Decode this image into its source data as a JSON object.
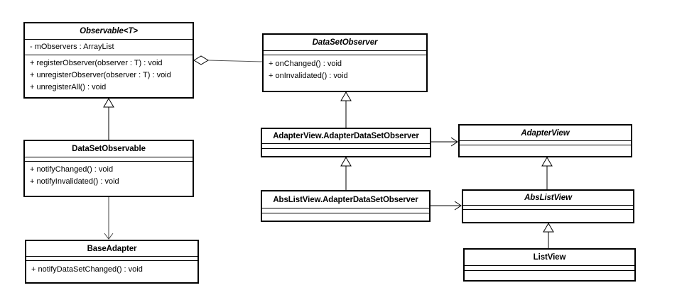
{
  "diagram": {
    "background_color": "#ffffff",
    "line_color": "#000000",
    "box_fill_color": "#ffffff"
  },
  "classes": {
    "observable": {
      "title": "Observable<T>",
      "abstract": true,
      "attributes": [
        "- mObservers : ArrayList"
      ],
      "methods": [
        "+ registerObserver(observer : T) : void",
        "+ unregisterObserver(observer : T) : void",
        "+ unregisterAll() : void"
      ]
    },
    "dataset_observer": {
      "title": "DataSetObserver",
      "abstract": true,
      "attributes": [],
      "methods": [
        "+ onChanged() : void",
        "+ onInvalidated() : void"
      ]
    },
    "dataset_observable": {
      "title": "DataSetObservable",
      "abstract": false,
      "attributes": [],
      "methods": [
        "+ notifyChanged() : void",
        "+ notifyInvalidated() : void"
      ]
    },
    "base_adapter": {
      "title": "BaseAdapter",
      "abstract": false,
      "attributes": [],
      "methods": [
        "+ notifyDataSetChanged() : void"
      ]
    },
    "adapterview_observer": {
      "title": "AdapterView.AdapterDataSetObserver",
      "abstract": false,
      "attributes": [],
      "methods": []
    },
    "abslistview_observer": {
      "title": "AbsListView.AdapterDataSetObserver",
      "abstract": false,
      "attributes": [],
      "methods": []
    },
    "adapter_view": {
      "title": "AdapterView",
      "abstract": true,
      "attributes": [],
      "methods": []
    },
    "abs_list_view": {
      "title": "AbsListView",
      "abstract": true,
      "attributes": [],
      "methods": []
    },
    "list_view": {
      "title": "ListView",
      "abstract": false,
      "attributes": [],
      "methods": []
    }
  },
  "relationships": [
    {
      "type": "generalization",
      "from": "DataSetObservable",
      "to": "Observable<T>"
    },
    {
      "type": "aggregation",
      "from": "Observable<T>",
      "to": "DataSetObserver"
    },
    {
      "type": "directed-association",
      "from": "DataSetObservable",
      "to": "BaseAdapter"
    },
    {
      "type": "generalization",
      "from": "AdapterView.AdapterDataSetObserver",
      "to": "DataSetObserver"
    },
    {
      "type": "generalization",
      "from": "AbsListView.AdapterDataSetObserver",
      "to": "AdapterView.AdapterDataSetObserver"
    },
    {
      "type": "directed-association",
      "from": "AdapterView.AdapterDataSetObserver",
      "to": "AdapterView"
    },
    {
      "type": "directed-association",
      "from": "AbsListView.AdapterDataSetObserver",
      "to": "AbsListView"
    },
    {
      "type": "generalization",
      "from": "AbsListView",
      "to": "AdapterView"
    },
    {
      "type": "generalization",
      "from": "ListView",
      "to": "AbsListView"
    }
  ]
}
